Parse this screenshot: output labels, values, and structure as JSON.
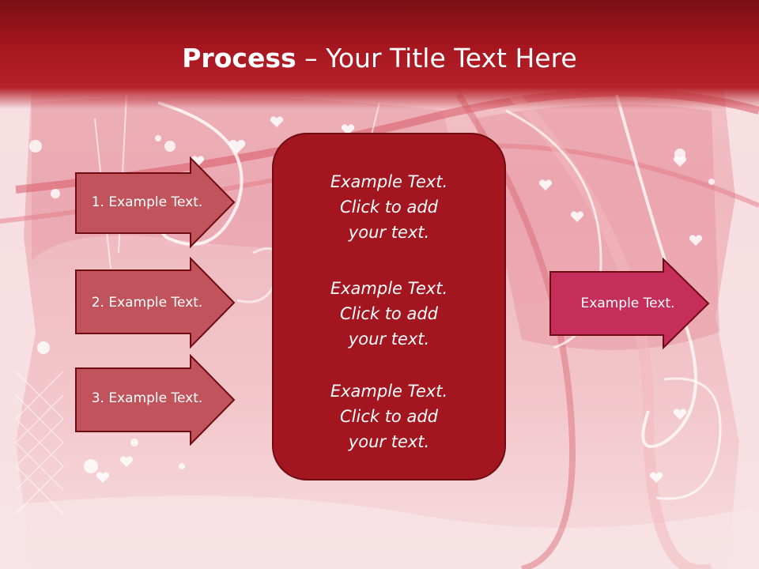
{
  "title": {
    "bold_part": "Process",
    "separator": " – ",
    "rest": "Your Title Text Here"
  },
  "left_arrows": [
    {
      "label": "1. Example Text."
    },
    {
      "label": "2. Example Text."
    },
    {
      "label": "3. Example Text."
    }
  ],
  "center_blocks": [
    {
      "line1": "Example Text.",
      "line2": "Click  to add",
      "line3": "your text."
    },
    {
      "line1": "Example Text.",
      "line2": "Click  to add",
      "line3": "your text."
    },
    {
      "line1": "Example Text.",
      "line2": "Click  to add",
      "line3": "your text."
    }
  ],
  "right_arrow": {
    "label": "Example Text."
  },
  "colors": {
    "title_bar": "#a8161f",
    "left_arrow_fill": "#c0535c",
    "center_box_fill": "#a3161f",
    "right_arrow_fill": "#c52d5a",
    "outline": "#6e0c12"
  }
}
